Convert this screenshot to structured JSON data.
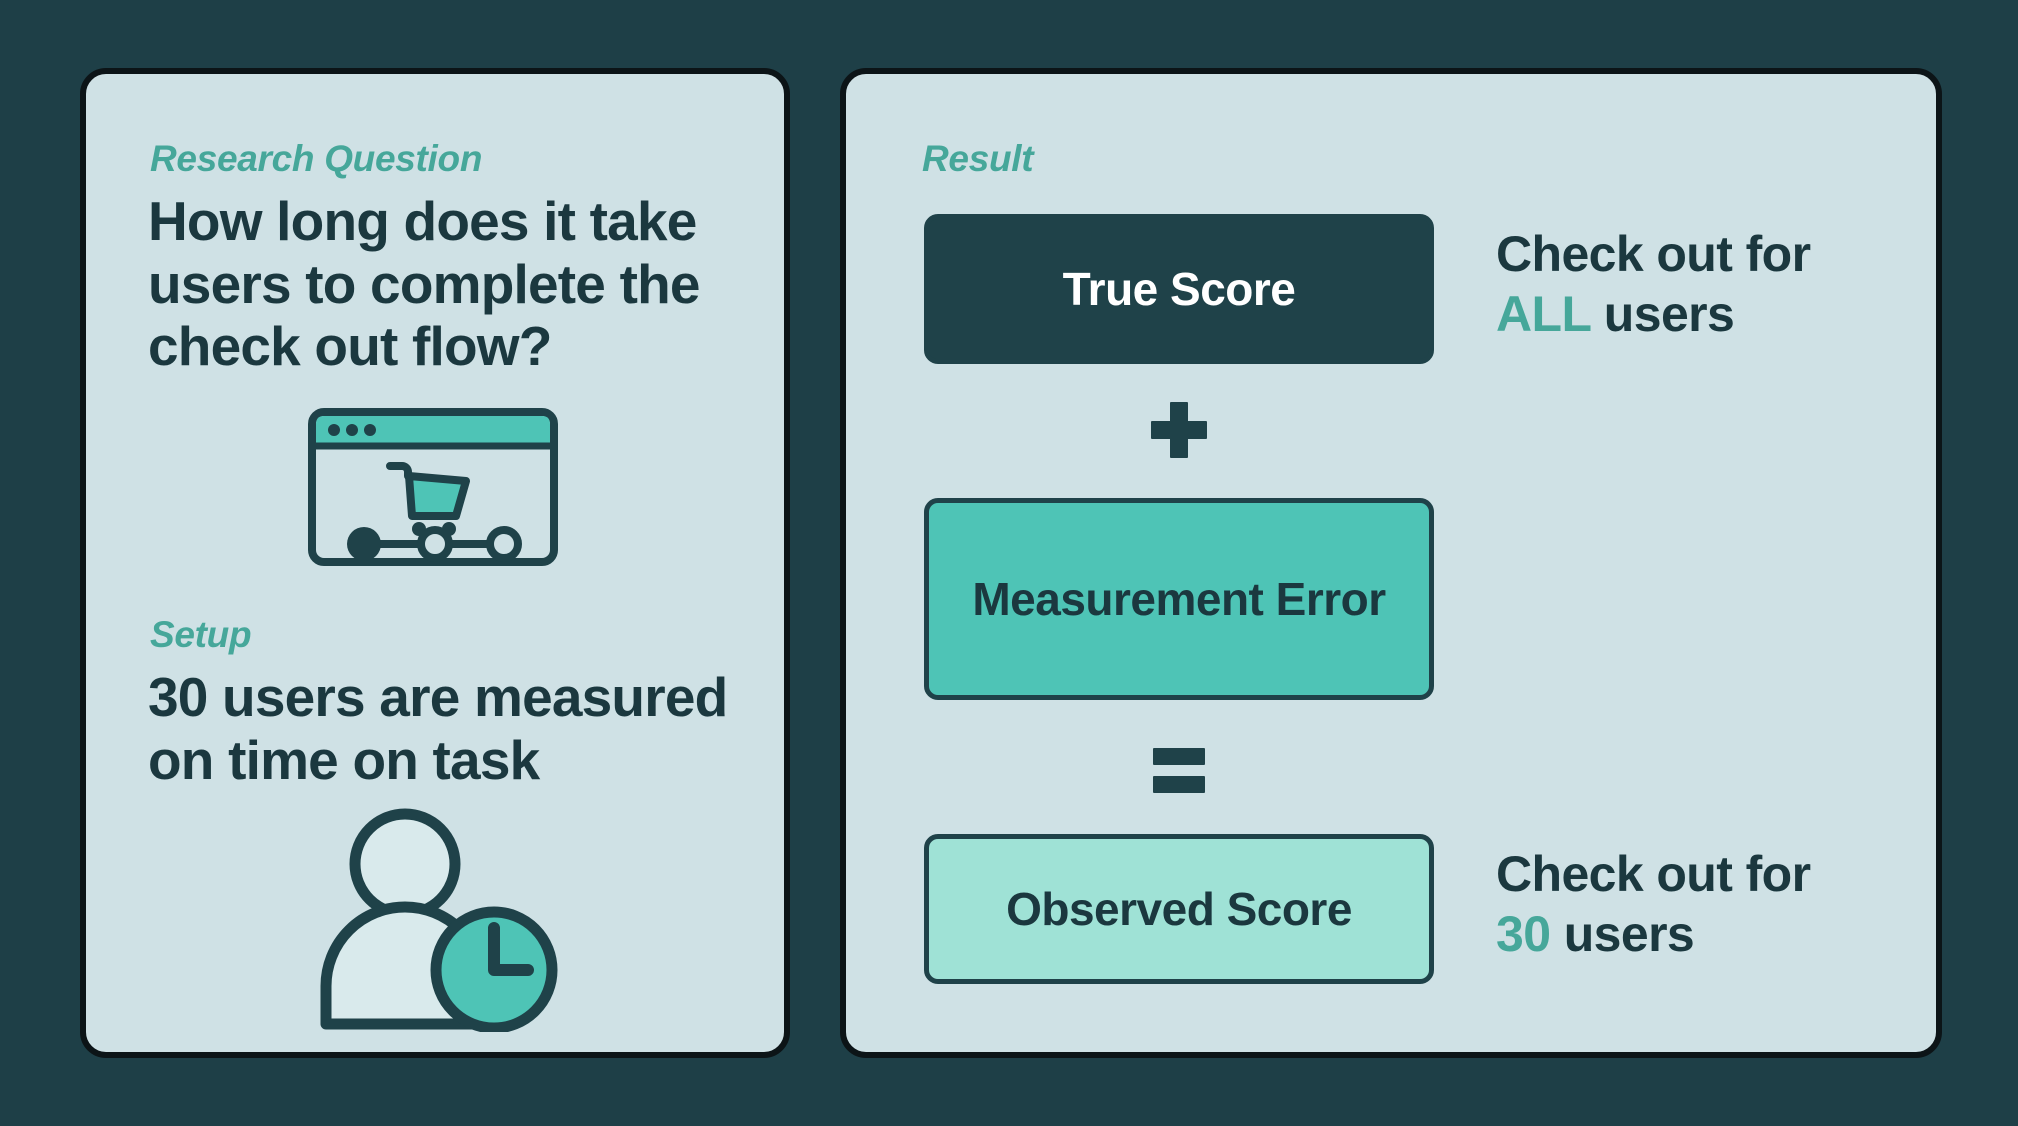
{
  "theme": {
    "background": "#1e3f47",
    "card_background": "#cfe1e5",
    "card_border": "#0c1417",
    "accent_teal": "#46a79a",
    "dark_text": "#1b383f",
    "true_score_fill": "#1f4249",
    "measurement_error_fill": "#4ec4b6",
    "observed_score_fill": "#9fe2d6"
  },
  "left_panel": {
    "research_question": {
      "eyebrow": "Research Question",
      "headline": "How long does it take users to complete the check out flow?"
    },
    "browser_cart_icon": {
      "icon_name": "browser-checkout-cart-icon"
    },
    "setup": {
      "eyebrow": "Setup",
      "headline": "30 users are measured on time on task"
    },
    "person_clock_icon": {
      "icon_name": "user-time-on-task-icon"
    }
  },
  "right_panel": {
    "eyebrow": "Result",
    "equation": {
      "terms": [
        {
          "label": "True Score",
          "style": "dark"
        },
        {
          "label": "Measurement Error",
          "style": "teal"
        },
        {
          "label": "Observed Score",
          "style": "mint"
        }
      ],
      "operators": {
        "plus": "+",
        "equals": "="
      }
    },
    "annotations": [
      {
        "lead": "Check out for",
        "highlight": "ALL",
        "trail": "users"
      },
      {
        "lead": "Check out for",
        "highlight": "30",
        "trail": "users"
      }
    ]
  }
}
